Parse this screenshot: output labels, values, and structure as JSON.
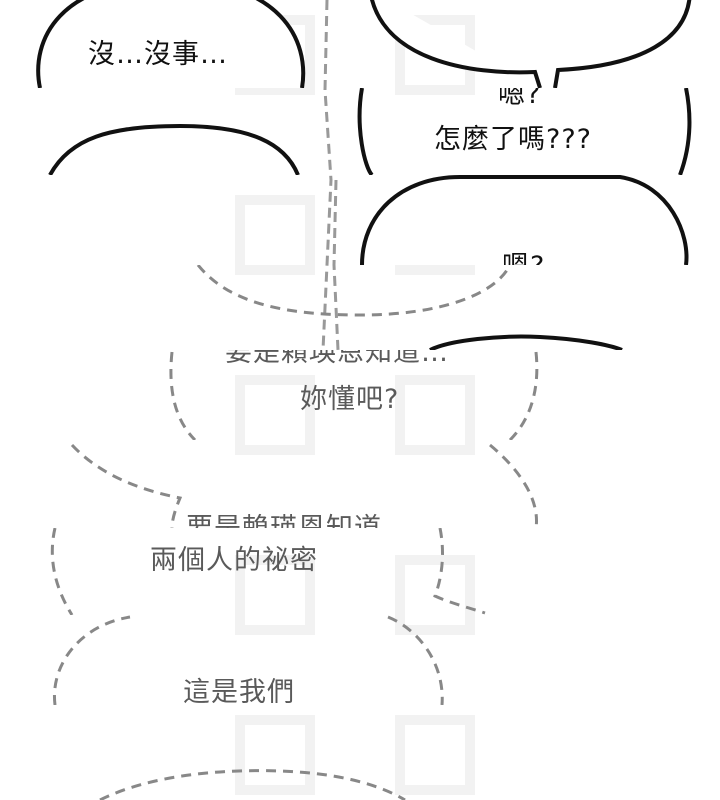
{
  "panels": [
    {
      "id": "p1",
      "lines": [
        "沒…沒事…"
      ]
    },
    {
      "id": "p2",
      "lines": [
        "嗯?",
        "怎麼了嗎???"
      ]
    },
    {
      "id": "p3",
      "lines": [
        "嗯?"
      ]
    },
    {
      "id": "p4",
      "lines": [
        "要是賴瑛恩知道…",
        "妳懂吧?"
      ]
    },
    {
      "id": "p5",
      "lines": [
        "要是賴瑛恩知道…",
        "兩個人的祕密"
      ]
    },
    {
      "id": "p6",
      "lines": [
        "這是我們"
      ]
    }
  ],
  "colors": {
    "background": "#ffffff",
    "solid_bubble_stroke": "#111111",
    "dashed_bubble_stroke": "#888888",
    "watermark": "#f3f3f3"
  }
}
